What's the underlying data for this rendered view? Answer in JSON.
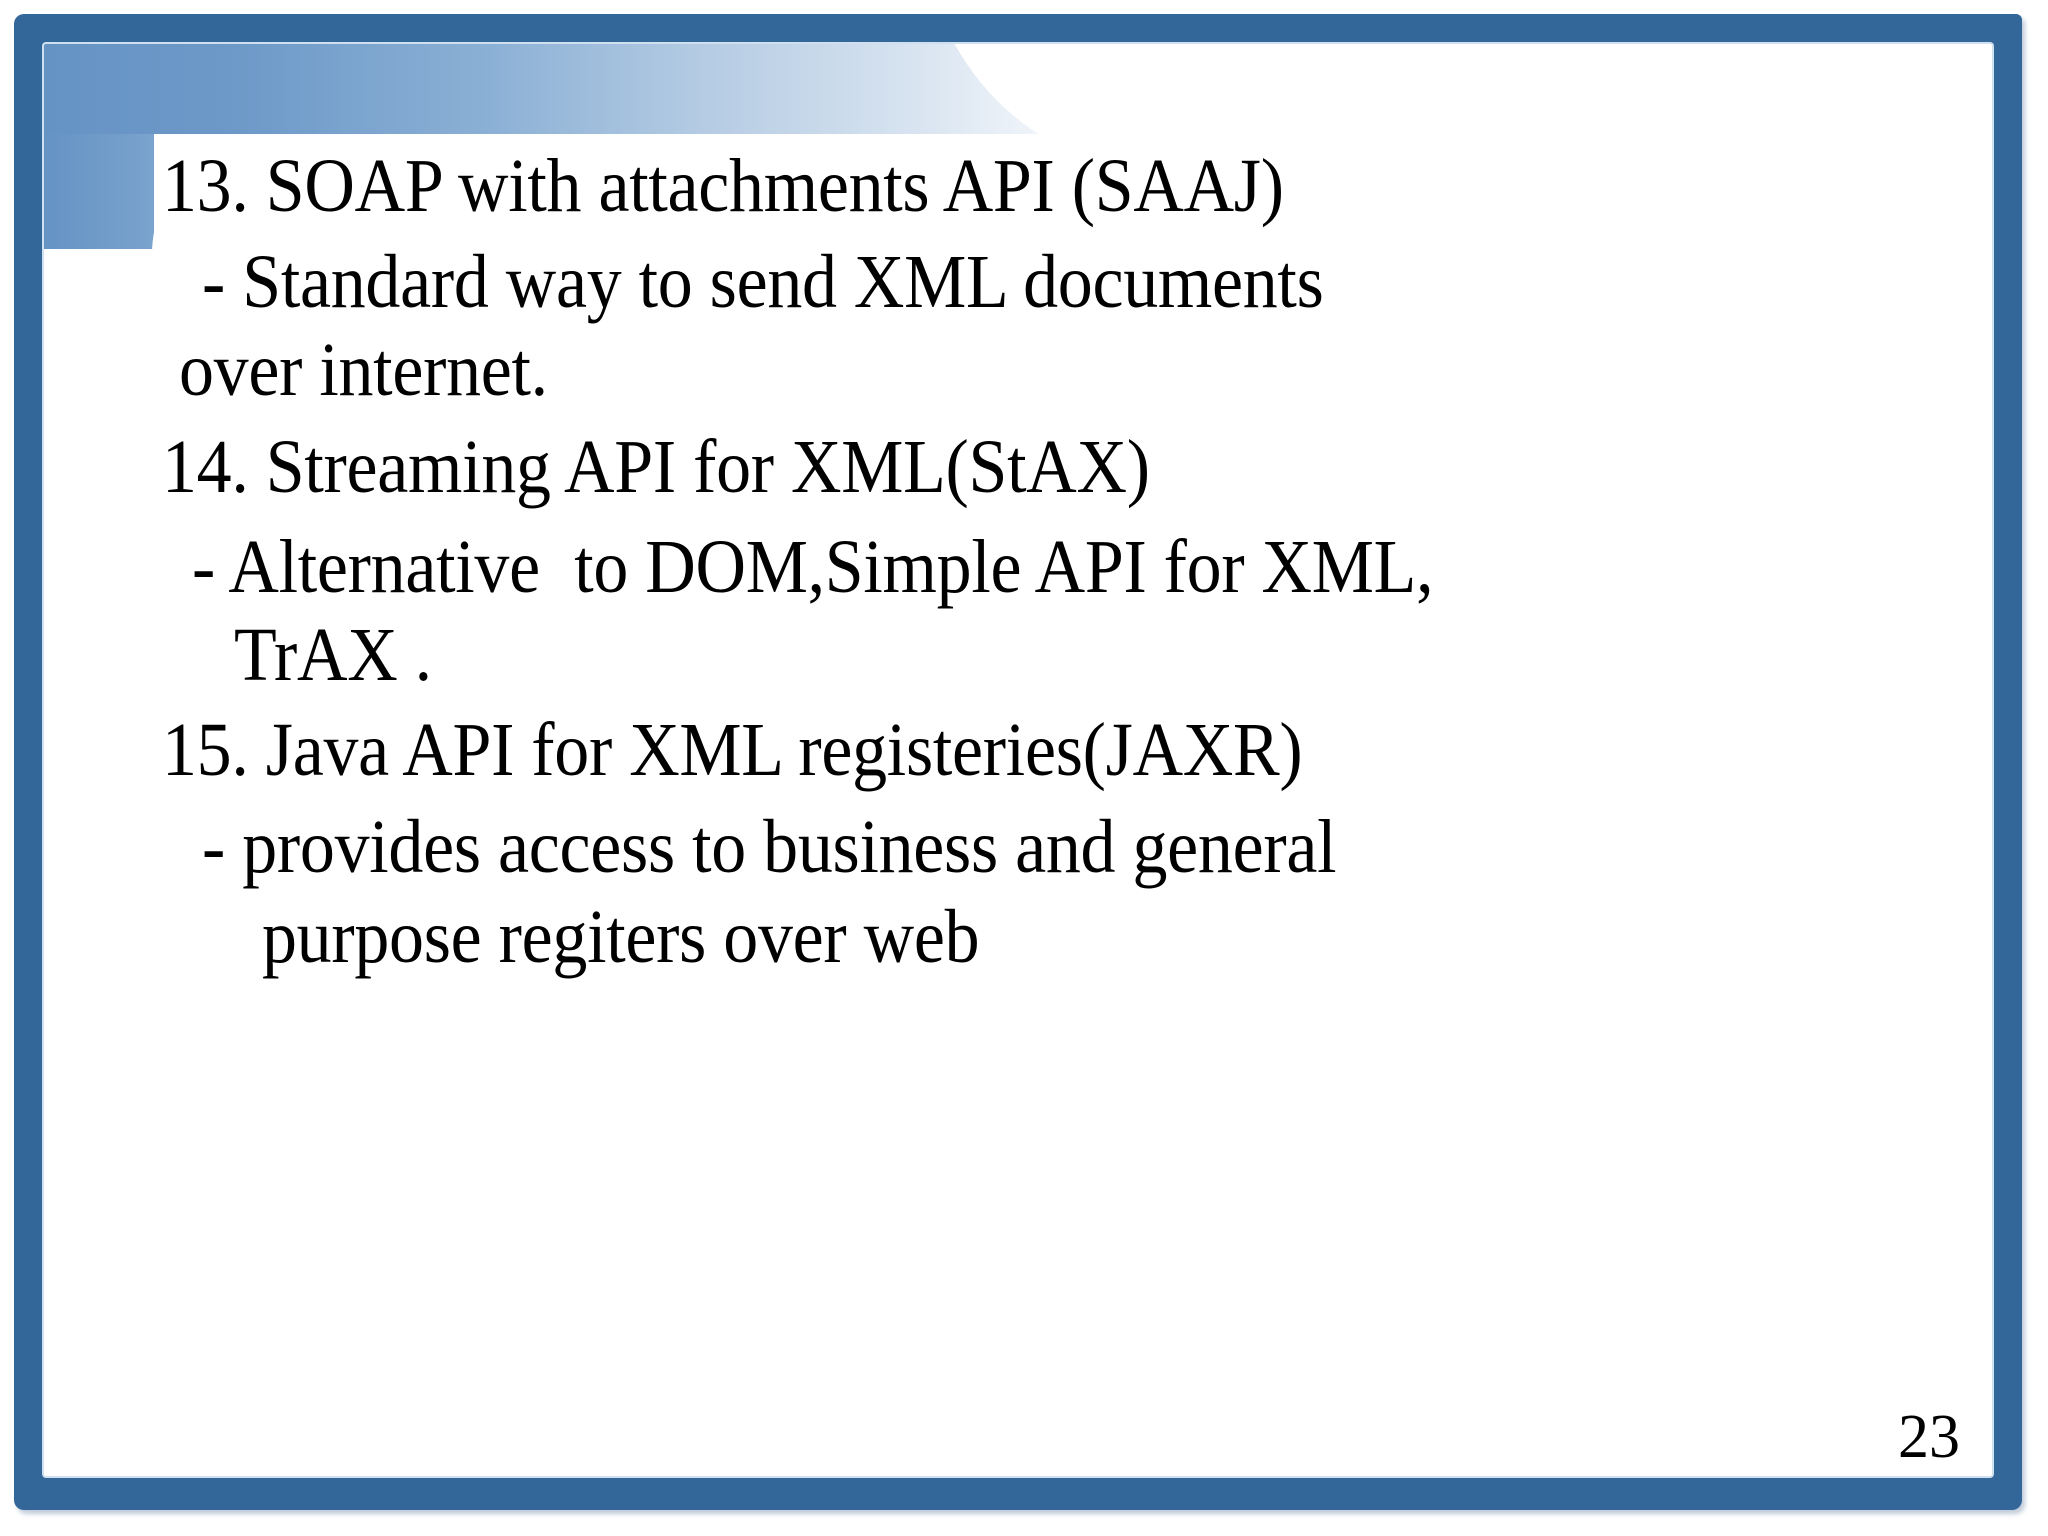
{
  "slide": {
    "page_number": "23",
    "accent_color": "#336699",
    "band_start_color": "#6593c4",
    "band_end_color": "#ffffff",
    "text_color": "#000000",
    "background_color": "#ffffff",
    "lines": [
      {
        "id": "item-13-title",
        "text": "13. SOAP with attachments API (SAAJ)"
      },
      {
        "id": "item-13-sub-a",
        "text": "- Standard way to send XML documents"
      },
      {
        "id": "item-13-sub-b",
        "text": "over internet."
      },
      {
        "id": "item-14-title",
        "text": "14. Streaming API for XML(StAX)"
      },
      {
        "id": "item-14-sub-a",
        "text": "- Alternative  to DOM,Simple API for XML,"
      },
      {
        "id": "item-14-sub-b",
        "text": "TrAX ."
      },
      {
        "id": "item-15-title",
        "text": "15. Java API for XML registeries(JAXR)"
      },
      {
        "id": "item-15-sub-a",
        "text": "- provides access to business and general"
      },
      {
        "id": "item-15-sub-b",
        "text": "purpose regiters over web"
      }
    ]
  }
}
